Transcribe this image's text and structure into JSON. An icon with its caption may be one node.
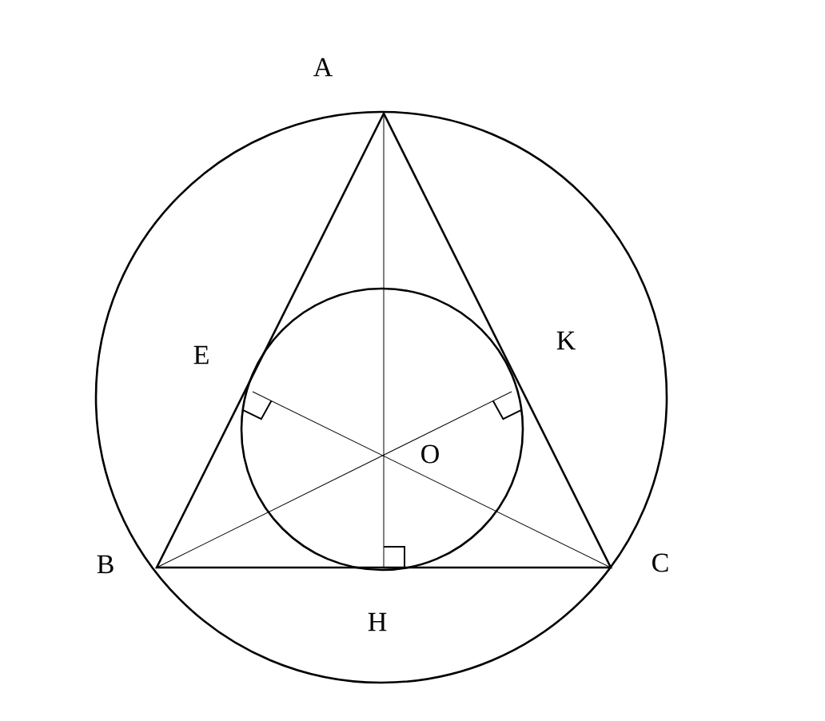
{
  "diagram": {
    "labels": [
      "A",
      "E",
      "K",
      "O",
      "B",
      "C",
      "H"
    ]
  }
}
